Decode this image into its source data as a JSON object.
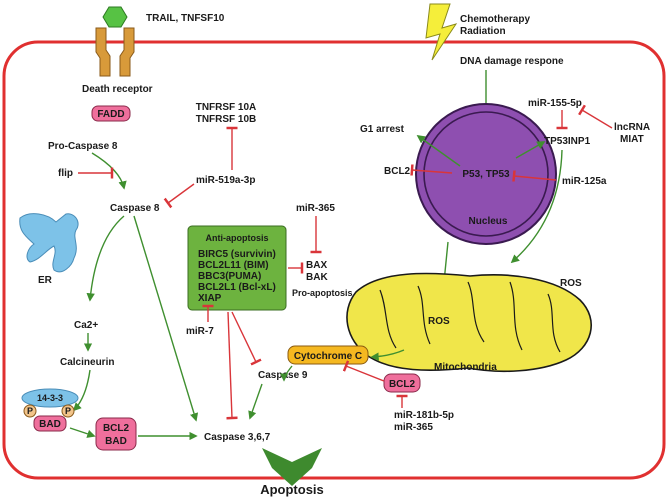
{
  "colors": {
    "cell_border": "#e03030",
    "activation": "#3f8f2f",
    "inhibition": "#d9353a",
    "pink_box": "#ef6f9c",
    "green_box": "#6db33f",
    "nucleus": "#8e4fb0",
    "mitochondria": "#f0e64a",
    "er": "#7dc2e8",
    "cytochrome": "#f5b820",
    "bolt": "#f5ee3a",
    "hexagon": "#57c244",
    "receptor": "#d89a3a"
  },
  "icons": {
    "ligand": "hexagon-ligand-icon",
    "receptor": "receptor-icon",
    "bolt": "lightning-bolt-icon",
    "er": "endoplasmic-reticulum-icon",
    "nucleus": "nucleus-icon",
    "mitochondria": "mitochondria-icon",
    "apoptosis_arrow": "big-down-arrow-icon"
  },
  "labels": {
    "trail": "TRAIL, TNFSF10",
    "death_receptor": "Death receptor",
    "fadd": "FADD",
    "tnfrsf_a": "TNFRSF 10A",
    "tnfrsf_b": "TNFRSF 10B",
    "pro_caspase8": "Pro-Caspase 8",
    "flip": "flip",
    "mir519": "miR-519a-3p",
    "caspase8": "Caspase 8",
    "er": "ER",
    "ca2": "Ca2+",
    "calcineurin": "Calcineurin",
    "p1433": "14-3-3",
    "p_left": "P",
    "p_right": "P",
    "bad": "BAD",
    "bcl2_bad_top": "BCL2",
    "bcl2_bad_bottom": "BAD",
    "caspase367": "Caspase 3,6,7",
    "caspase9": "Caspase 9",
    "mir7": "miR-7",
    "anti_title": "Anti-apoptosis",
    "anti_items": [
      "BIRC5 (survivin)",
      "BCL2L11 (BIM)",
      "BBC3(PUMA)",
      "BCL2L1 (Bcl-xL)",
      "XIAP"
    ],
    "mir365_top": "miR-365",
    "bax": "BAX",
    "bak": "BAK",
    "pro_apoptosis": "Pro-apoptosis",
    "chemo_line1": "Chemotherapy",
    "chemo_line2": "Radiation",
    "dna_damage": "DNA damage respone",
    "g1_arrest": "G1 arrest",
    "bcl2_nucleus": "BCL2",
    "p53": "P53, TP53",
    "nucleus": "Nucleus",
    "mir155": "miR-155-5p",
    "tp53inp1": "TP53INP1",
    "lncrna": "lncRNA",
    "miat": "MIAT",
    "mir125a": "miR-125a",
    "ros_outside": "ROS",
    "ros_inside": "ROS",
    "mitochondria": "Mitochondria",
    "cytochrome": "Cytochrome C",
    "bcl2_mito": "BCL2",
    "mir181": "miR-181b-5p",
    "mir365_bottom": "miR-365",
    "apoptosis": "Apoptosis"
  }
}
